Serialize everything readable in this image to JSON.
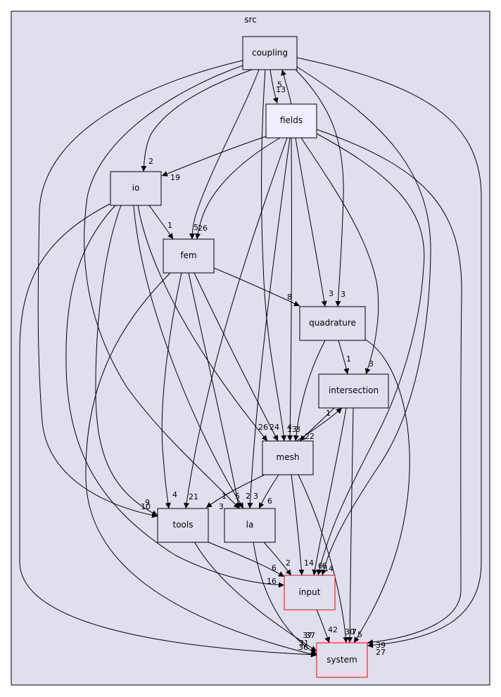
{
  "cluster": {
    "label": "src",
    "fill": "#dfdfee"
  },
  "colors": {
    "node_fill": "#dfdfee",
    "node_fill_highlight": "#eeeeff",
    "node_border": "#000000",
    "node_border_external": "#ff0000",
    "edge": "#000000"
  },
  "nodes": [
    {
      "id": "coupling",
      "label": "coupling"
    },
    {
      "id": "fields",
      "label": "fields"
    },
    {
      "id": "io",
      "label": "io"
    },
    {
      "id": "fem",
      "label": "fem"
    },
    {
      "id": "quadrature",
      "label": "quadrature"
    },
    {
      "id": "intersection",
      "label": "intersection"
    },
    {
      "id": "mesh",
      "label": "mesh"
    },
    {
      "id": "tools",
      "label": "tools"
    },
    {
      "id": "la",
      "label": "la"
    },
    {
      "id": "input",
      "label": "input"
    },
    {
      "id": "system",
      "label": "system"
    }
  ],
  "edges": [
    {
      "id": "coupling-fields",
      "label": "13"
    },
    {
      "id": "fields-coupling",
      "label": "5"
    },
    {
      "id": "coupling-io",
      "label": "2"
    },
    {
      "id": "fields-io",
      "label": "19"
    },
    {
      "id": "coupling-fem",
      "label": "5"
    },
    {
      "id": "fields-fem",
      "label": "26"
    },
    {
      "id": "io-fem",
      "label": "1"
    },
    {
      "id": "coupling-quadrature",
      "label": "3"
    },
    {
      "id": "fields-quadrature",
      "label": "3"
    },
    {
      "id": "fem-quadrature",
      "label": "8"
    },
    {
      "id": "fields-intersection",
      "label": "3"
    },
    {
      "id": "quadrature-intersection",
      "label": "1"
    },
    {
      "id": "mesh-intersection",
      "label": "1"
    },
    {
      "id": "intersection-mesh",
      "label": "22"
    },
    {
      "id": "io-mesh",
      "label": "26"
    },
    {
      "id": "fem-mesh",
      "label": "24"
    },
    {
      "id": "coupling-mesh",
      "label": "4"
    },
    {
      "id": "fields-mesh",
      "label": "13"
    },
    {
      "id": "quadrature-mesh",
      "label": "3"
    },
    {
      "id": "coupling-tools",
      "label": "10"
    },
    {
      "id": "io-tools",
      "label": "9"
    },
    {
      "id": "fem-tools",
      "label": "4"
    },
    {
      "id": "fields-tools",
      "label": "21"
    },
    {
      "id": "mesh-tools",
      "label": "1"
    },
    {
      "id": "coupling-la",
      "label": "3"
    },
    {
      "id": "fem-la",
      "label": "5"
    },
    {
      "id": "io-la",
      "label": "2"
    },
    {
      "id": "fields-la",
      "label": "3"
    },
    {
      "id": "mesh-la",
      "label": "6"
    },
    {
      "id": "io-input",
      "label": "16"
    },
    {
      "id": "tools-input",
      "label": "6"
    },
    {
      "id": "la-input",
      "label": "2"
    },
    {
      "id": "mesh-input",
      "label": "14"
    },
    {
      "id": "intersection-input",
      "label": "14"
    },
    {
      "id": "fields-input",
      "label": "6"
    },
    {
      "id": "coupling-input",
      "label": "6"
    },
    {
      "id": "input-system",
      "label": "42"
    },
    {
      "id": "io-system",
      "label": "36"
    },
    {
      "id": "fem-system",
      "label": "37"
    },
    {
      "id": "tools-system",
      "label": "31"
    },
    {
      "id": "la-system",
      "label": "37"
    },
    {
      "id": "mesh-system",
      "label": "30"
    },
    {
      "id": "intersection-system",
      "label": "7"
    },
    {
      "id": "quadrature-system",
      "label": "5"
    },
    {
      "id": "fields-system",
      "label": "39"
    },
    {
      "id": "coupling-system",
      "label": "27"
    }
  ]
}
